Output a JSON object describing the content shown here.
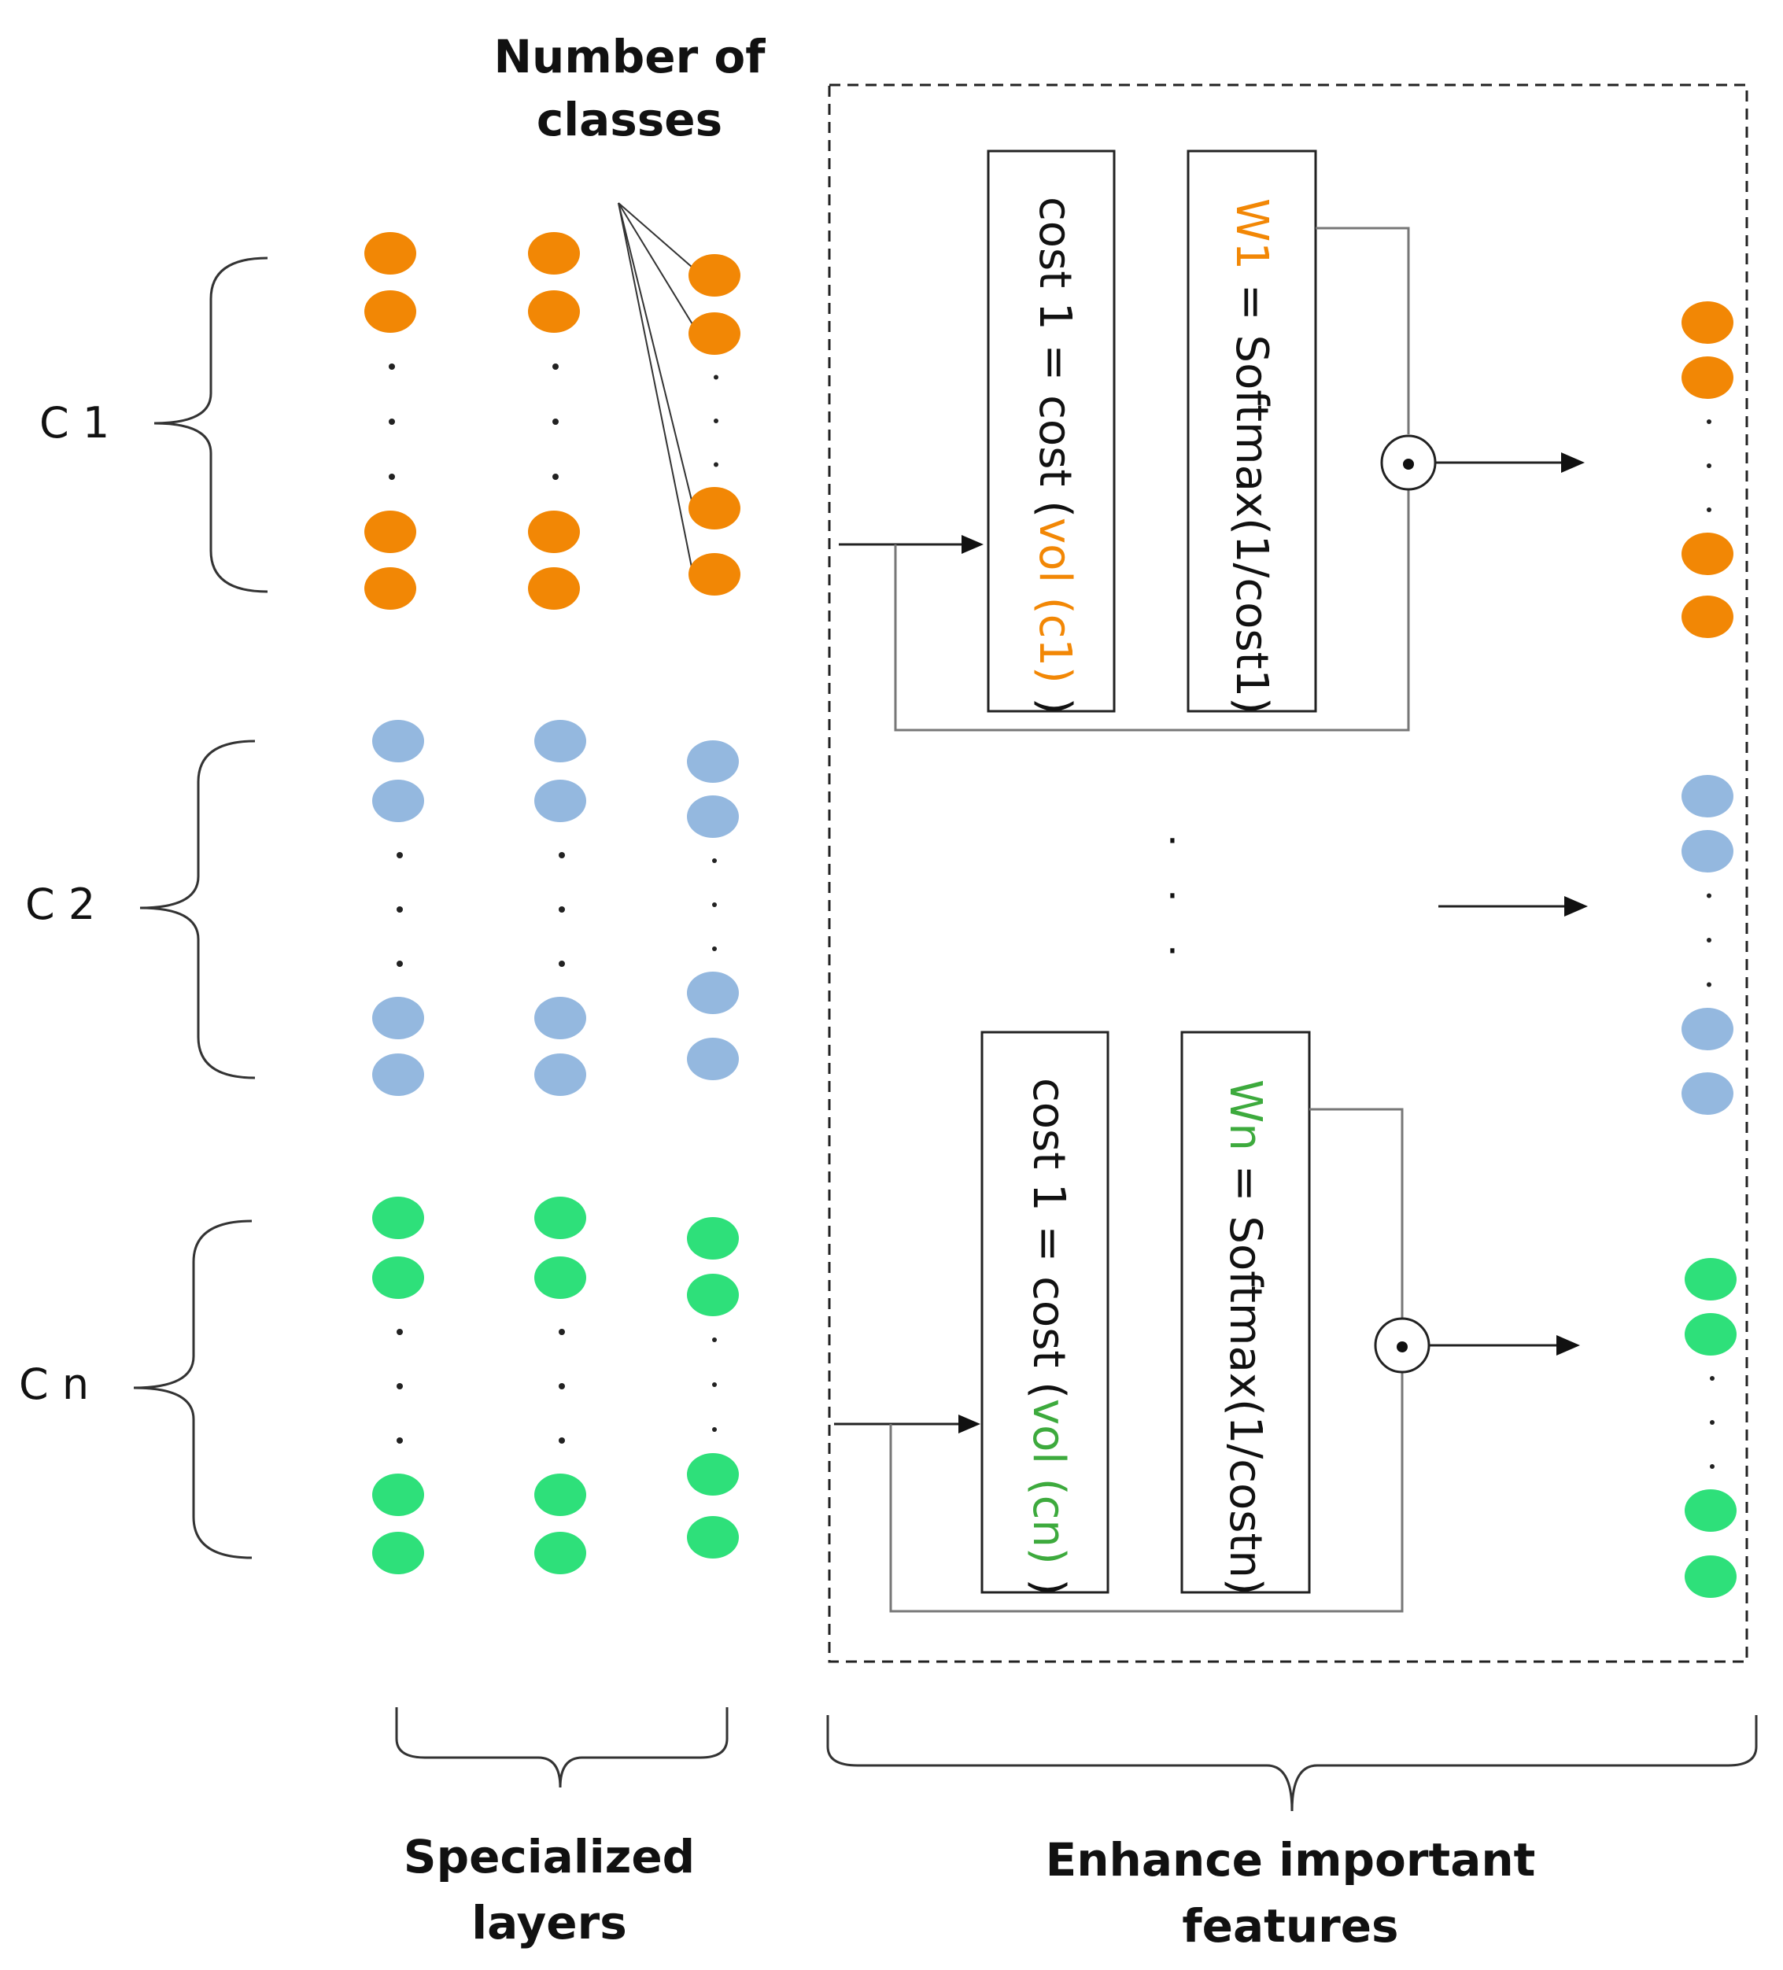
{
  "top_label": {
    "line1": "Number of",
    "line2": "classes"
  },
  "groups": [
    {
      "label": "C 1",
      "color": "#F28705"
    },
    {
      "label": "C 2",
      "color": "#94B8DF"
    },
    {
      "label": "C n",
      "color": "#2EE07A"
    }
  ],
  "boxes": [
    {
      "cost_prefix": "cost 1 = cost (",
      "cost_vol": "vol (c1)",
      "cost_suffix": " )",
      "weight_name": "W1",
      "weight_expr": " = Softmax(1/cost1)",
      "accent": "#F28705"
    },
    {
      "cost_prefix": "cost 1 = cost (",
      "cost_vol": "vol (cn)",
      "cost_suffix": " )",
      "weight_name": "Wn",
      "weight_expr": " = Softmax(1/costn)",
      "accent": "#3DAA3D"
    }
  ],
  "operator_symbol": "⊙",
  "bottom_labels": {
    "left": {
      "line1": "Specialized",
      "line2": "layers"
    },
    "right": {
      "line1": "Enhance important",
      "line2": "features"
    }
  },
  "colors": {
    "stroke": "#222222",
    "dashed_border": "#222222",
    "connector": "#777777"
  }
}
